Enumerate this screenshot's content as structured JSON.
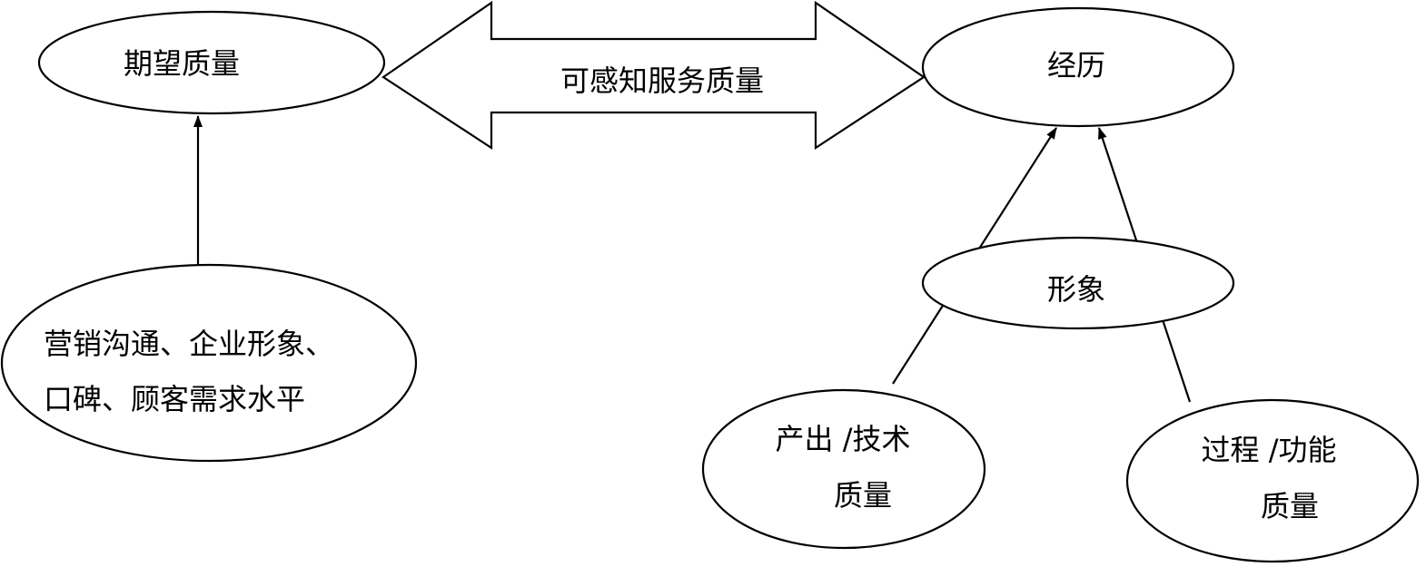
{
  "nodes": {
    "expected_quality": {
      "label": "期望质量"
    },
    "experience": {
      "label": "经历"
    },
    "image": {
      "label": "形象"
    },
    "marketing": {
      "line1": "营销沟通、企业形象、",
      "line2": "口碑、顾客需求水平"
    },
    "technical": {
      "line1": "产出 /技术",
      "line2": "质量"
    },
    "functional": {
      "line1": "过程 /功能",
      "line2": "质量"
    }
  },
  "center_arrow": {
    "label": "可感知服务质量"
  },
  "colors": {
    "stroke": "#000000",
    "fill": "#ffffff"
  }
}
